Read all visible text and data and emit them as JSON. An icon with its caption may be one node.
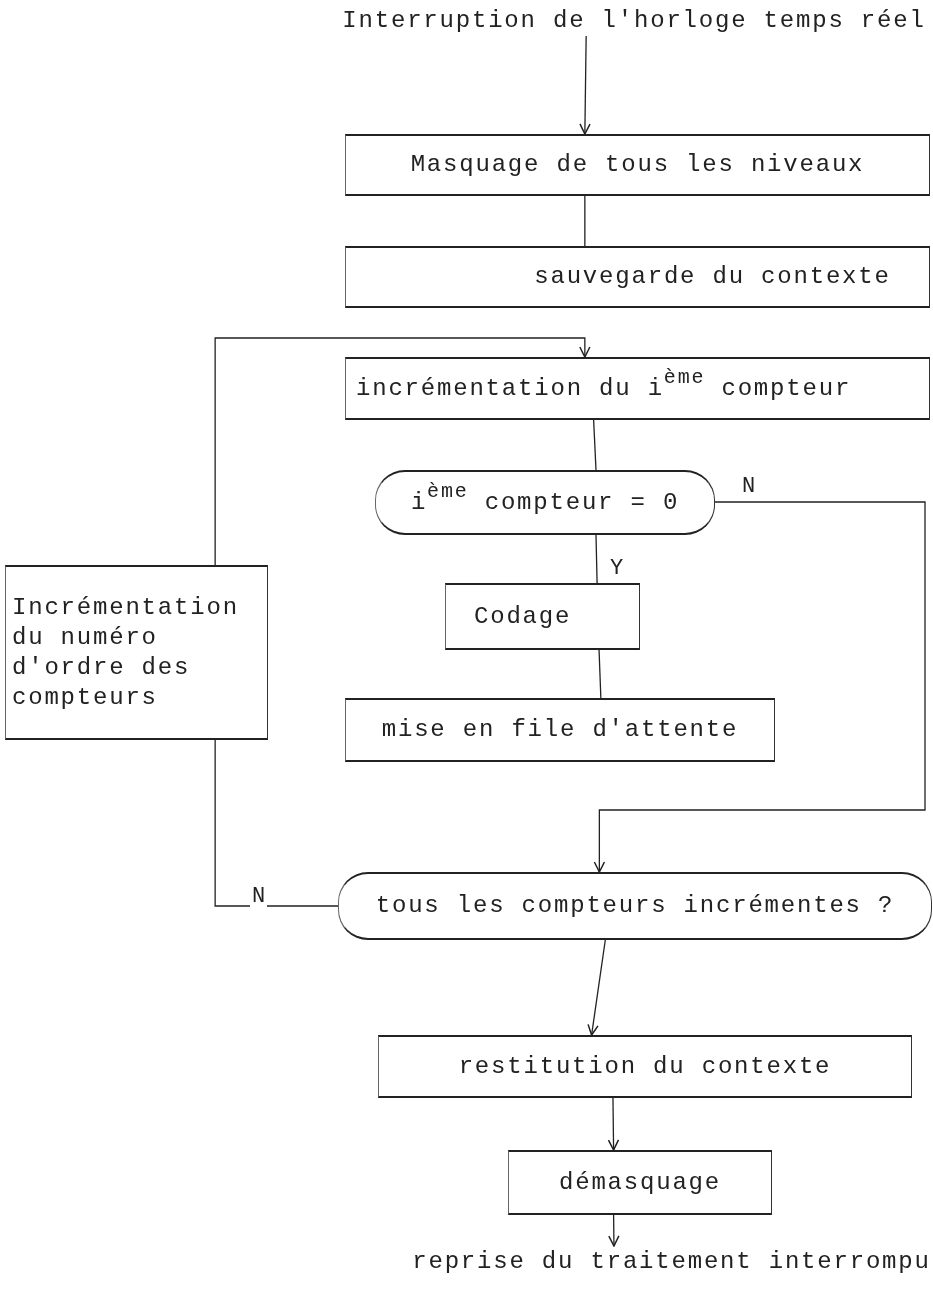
{
  "diagram": {
    "nodes": [
      {
        "text": [
          "Interruption de l'horloge temps réel"
        ]
      },
      {
        "text": [
          "Masquage de tous les niveaux"
        ]
      },
      {
        "text": [
          "sauvegarde du contexte"
        ]
      },
      {
        "text": [
          "incrémentation du i$^{ème}$ compteur"
        ]
      },
      {
        "text": [
          "i$^{ème}$ compteur = 0"
        ]
      },
      {
        "text": [
          "Codage"
        ]
      },
      {
        "text": [
          "mise en file d'attente"
        ]
      },
      {
        "text": [
          "Incrémentation du numéro d'ordre des compteurs"
        ]
      },
      {
        "text": [
          "tous les compteurs incrémentes  ?"
        ]
      },
      {
        "text": [
          "restitution du contexte"
        ]
      },
      {
        "text": [
          "démasquage"
        ]
      },
      {
        "text": [
          "reprise du traitement interrompu"
        ]
      }
    ],
    "edges": [
      {
        "from": 0,
        "to": 1,
        "arrow": "to"
      },
      {
        "from": 1,
        "to": 2,
        "arrow": "none"
      },
      {
        "from": 7,
        "to": 3,
        "arrow": "to"
      },
      {
        "from": 3,
        "to": 4,
        "arrow": "none"
      },
      {
        "from": 4,
        "to": 5,
        "arrow": "none",
        "label": "Y"
      },
      {
        "from": 4,
        "to": 8,
        "arrow": "to",
        "label": "N"
      },
      {
        "from": 5,
        "to": 6,
        "arrow": "none"
      },
      {
        "from": 8,
        "to": 7,
        "arrow": "none",
        "label": "N"
      },
      {
        "from": 8,
        "to": 9,
        "arrow": "to"
      },
      {
        "from": 9,
        "to": 10,
        "arrow": "to"
      },
      {
        "from": 10,
        "to": 11,
        "arrow": "to"
      }
    ]
  }
}
